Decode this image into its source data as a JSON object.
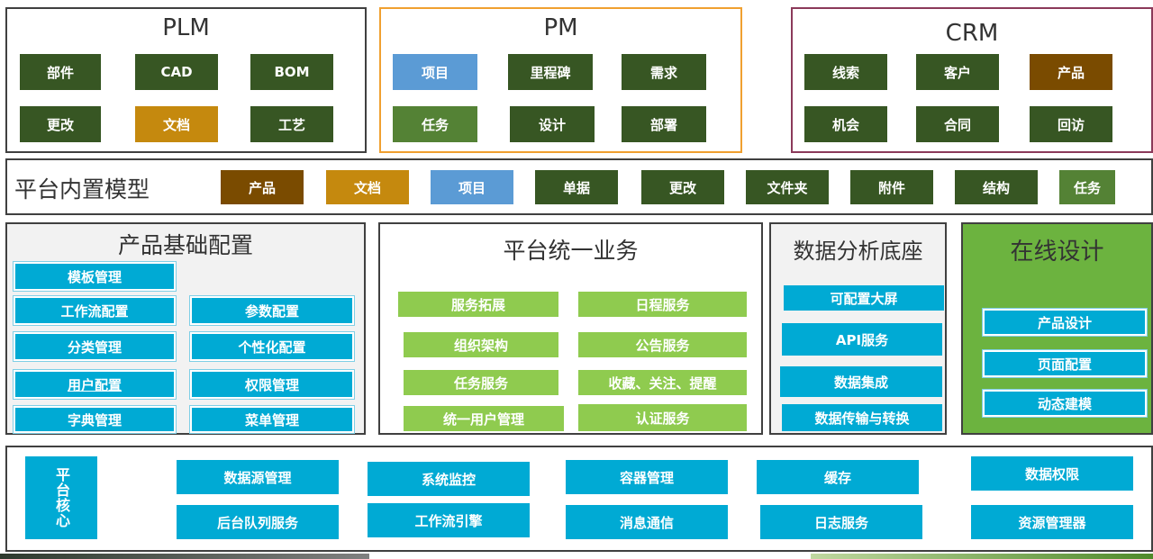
{
  "plm": {
    "title": "PLM",
    "items": [
      "部件",
      "CAD",
      "BOM",
      "更改",
      "文档",
      "工艺"
    ]
  },
  "pm": {
    "title": "PM",
    "items": [
      "项目",
      "里程碑",
      "需求",
      "任务",
      "设计",
      "部署"
    ]
  },
  "crm": {
    "title": "CRM",
    "items": [
      "线索",
      "客户",
      "产品",
      "机会",
      "合同",
      "回访"
    ]
  },
  "builtin": {
    "title": "平台内置模型",
    "items": [
      "产品",
      "文档",
      "项目",
      "单据",
      "更改",
      "文件夹",
      "附件",
      "结构",
      "任务"
    ]
  },
  "basic": {
    "title": "产品基础配置",
    "items": [
      "模板管理",
      "工作流配置",
      "参数配置",
      "分类管理",
      "个性化配置",
      "用户配置",
      "权限管理",
      "字典管理",
      "菜单管理"
    ]
  },
  "unified": {
    "title": "平台统一业务",
    "items": [
      "服务拓展",
      "日程服务",
      "组织架构",
      "公告服务",
      "任务服务",
      "收藏、关注、提醒",
      "统一用户管理",
      "认证服务"
    ]
  },
  "analysis": {
    "title": "数据分析底座",
    "items": [
      "可配置大屏",
      "API服务",
      "数据集成",
      "数据传输与转换"
    ]
  },
  "online": {
    "title": "在线设计",
    "items": [
      "产品设计",
      "页面配置",
      "动态建模"
    ]
  },
  "core": {
    "title": "平台核心",
    "items": [
      "数据源管理",
      "系统监控",
      "容器管理",
      "缓存",
      "数据权限",
      "后台队列服务",
      "工作流引擎",
      "消息通信",
      "日志服务",
      "资源管理器"
    ]
  },
  "colors": {
    "plm_border": "#404040",
    "pm_border": "#f0a030",
    "crm_border": "#8b3a5a",
    "online_bg": "#6cb33f"
  }
}
